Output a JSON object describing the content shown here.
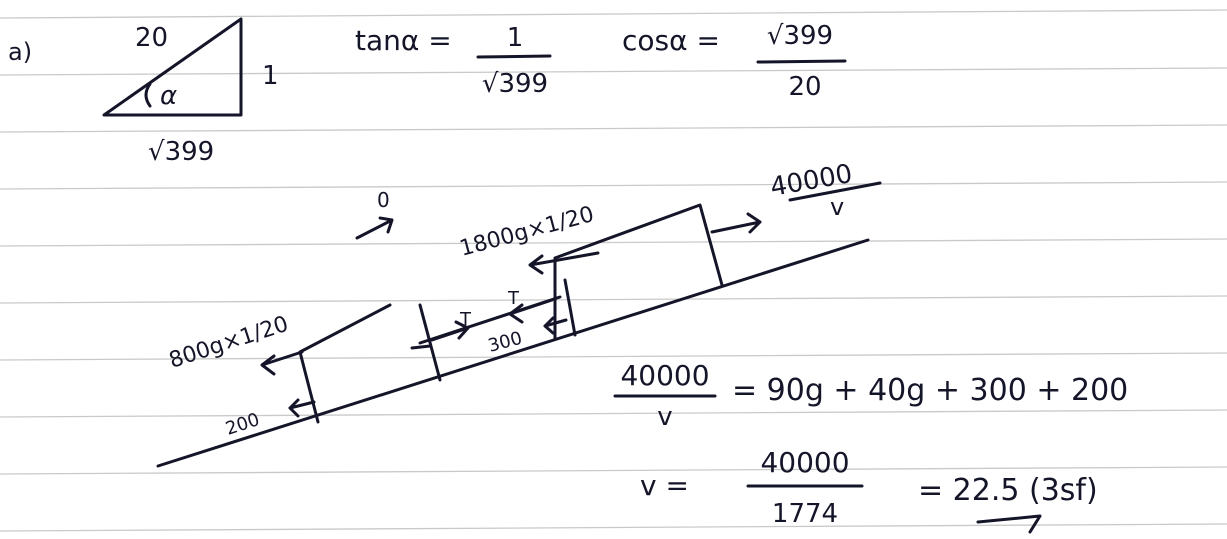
{
  "document": {
    "part_label": "a)",
    "triangle": {
      "hypotenuse": "20",
      "opposite": "1",
      "angle": "α",
      "adjacent": "√399"
    },
    "trig": {
      "tan_lhs": "tanα =",
      "tan_num": "1",
      "tan_den": "√399",
      "cos_lhs": "cosα =",
      "cos_num": "√399",
      "cos_den": "20"
    },
    "diagram": {
      "accel_label": "0",
      "drive_force_num": "40000",
      "drive_force_den": "v",
      "car_weight_component": "1800g×1/20",
      "trailer_weight_component": "800g×1/20",
      "tension_1": "T",
      "tension_2": "T",
      "car_resistance": "300",
      "trailer_resistance": "200"
    },
    "equation1": {
      "num": "40000",
      "den": "v",
      "rhs": "= 90g + 40g + 300 + 200"
    },
    "equation2": {
      "lhs": "v =",
      "num": "40000",
      "den": "1774",
      "result": "= 22.5  (3sf)"
    }
  }
}
